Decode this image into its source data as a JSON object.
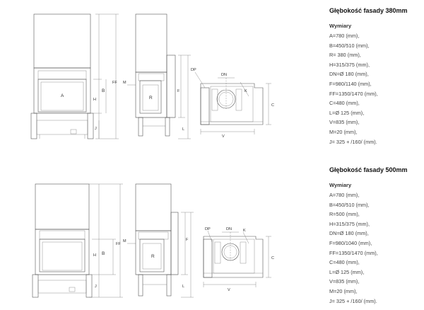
{
  "labels": {
    "A": "A",
    "B": "B",
    "R": "R",
    "H": "H",
    "F": "F",
    "FF": "FF",
    "J": "J",
    "L": "L",
    "M": "M",
    "DP": "DP",
    "DN": "DN",
    "K": "K",
    "C": "C",
    "V": "V"
  },
  "spec_380": {
    "title": "Głębokość fasady 380mm",
    "subtitle": "Wymiary",
    "items": [
      "A=780 (mm),",
      "B=450/510 (mm),",
      "R= 380 (mm),",
      "H=315/375 (mm),",
      "DN=Ø 180 (mm),",
      "F=980/1140 (mm),",
      "FF=1350/1470 (mm),",
      "C=480 (mm),",
      "L=Ø 125 (mm),",
      "V=835 (mm),",
      "M=20 (mm),",
      "J= 325 + /160/ (mm)."
    ]
  },
  "spec_500": {
    "title": "Głębokość fasady 500mm",
    "subtitle": "Wymiary",
    "items": [
      "A=780 (mm),",
      "B=450/510 (mm),",
      "R=500 (mm),",
      "H=315/375 (mm),",
      "DN=Ø 180 (mm),",
      "F=980/1040 (mm),",
      "FF=1350/1470 (mm),",
      "C=480 (mm),",
      "L=Ø 125 (mm),",
      "V=835 (mm),",
      "M=20 (mm),",
      "J= 325 + /160/ (mm)."
    ]
  }
}
